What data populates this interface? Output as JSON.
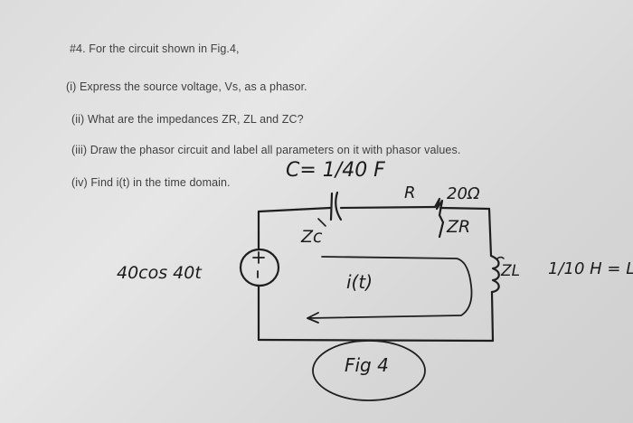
{
  "question": {
    "title": "#4. For the circuit shown in Fig.4,",
    "parts": [
      "(i) Express the source voltage, Vs, as a phasor.",
      "(ii) What are the impedances ZR, ZL and ZC?",
      "(iii) Draw the phasor circuit and label all parameters on it with phasor values.",
      "(iv) Find i(t) in the time domain."
    ]
  },
  "handwritten": {
    "capacitor": "C= 1/40 F",
    "resistor": "R",
    "resistor_value": "20Ω",
    "z_r": "ZR",
    "z_c": "Zc",
    "source": "40cos 40t",
    "current": "i(t)",
    "z_l": "ZL",
    "inductor": "1/10 H = L",
    "fig_label": "Fig 4"
  }
}
